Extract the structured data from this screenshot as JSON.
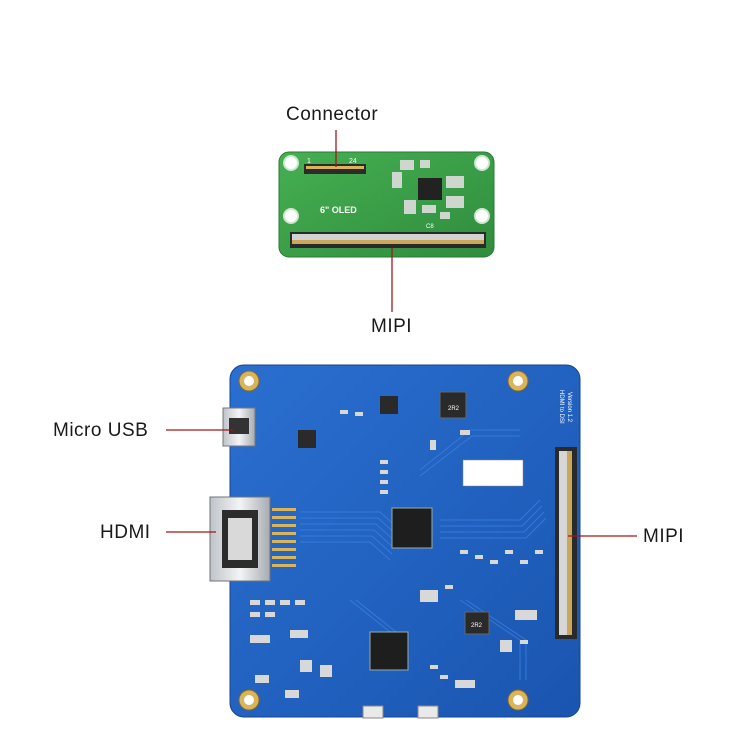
{
  "labels": {
    "connector": "Connector",
    "mipi_top": "MIPI",
    "micro_usb": "Micro USB",
    "hdmi": "HDMI",
    "mipi_right": "MIPI"
  },
  "small_board": {
    "pin_1": "1",
    "pin_24": "24",
    "silkscreen": "6\" OLED",
    "ref": "C8"
  },
  "main_board": {
    "silkscreen_1": "HDMI to DSI",
    "silkscreen_2": "Version 1.2",
    "chip_1": "2R2",
    "chip_2": "2R2"
  },
  "colors": {
    "leader_line": "#a01818",
    "small_pcb": "#3ca24a",
    "main_pcb": "#1e5fc0"
  }
}
